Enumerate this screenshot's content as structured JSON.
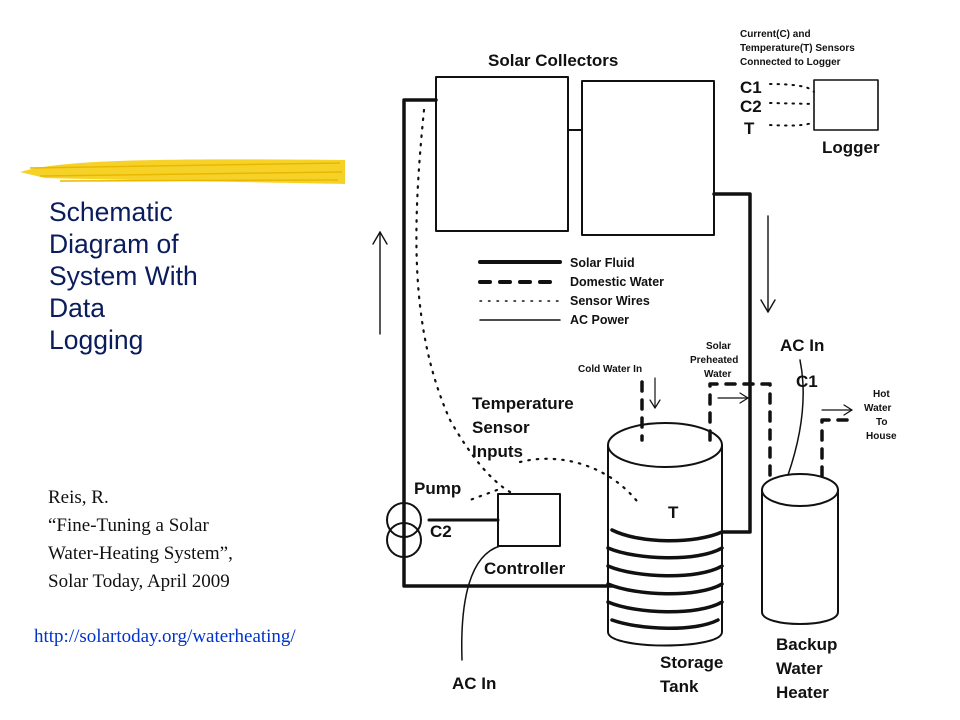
{
  "slide": {
    "title_lines": [
      "Schematic",
      "Diagram of",
      "System With",
      "Data",
      "Logging"
    ],
    "citation_lines": [
      "Reis, R.",
      "“Fine-Tuning a Solar",
      "Water-Heating System”,",
      "Solar Today, April 2009"
    ],
    "url": "http://solartoday.org/waterheating/"
  },
  "diagram": {
    "solar_collectors": "Solar Collectors",
    "sensors_note_lines": [
      "Current(C) and",
      "Temperature(T) Sensors",
      "Connected to Logger"
    ],
    "logger_inputs": [
      "C1",
      "C2",
      "T"
    ],
    "logger": "Logger",
    "legend": [
      "Solar Fluid",
      "Domestic Water",
      "Sensor Wires",
      "AC Power"
    ],
    "ac_in_right": "AC In",
    "c1": "C1",
    "cold_water_in": "Cold Water In",
    "solar_preheated_lines": [
      "Solar",
      "Preheated",
      "Water"
    ],
    "hot_water_lines": [
      "Hot",
      "Water",
      "To",
      "House"
    ],
    "temp_sensor_lines": [
      "Temperature",
      "Sensor",
      "Inputs"
    ],
    "pump": "Pump",
    "c2": "C2",
    "tank_t": "T",
    "controller": "Controller",
    "storage_tank_lines": [
      "Storage",
      "Tank"
    ],
    "ac_in_bottom": "AC In",
    "backup_heater_lines": [
      "Backup",
      "Water",
      "Heater"
    ]
  }
}
